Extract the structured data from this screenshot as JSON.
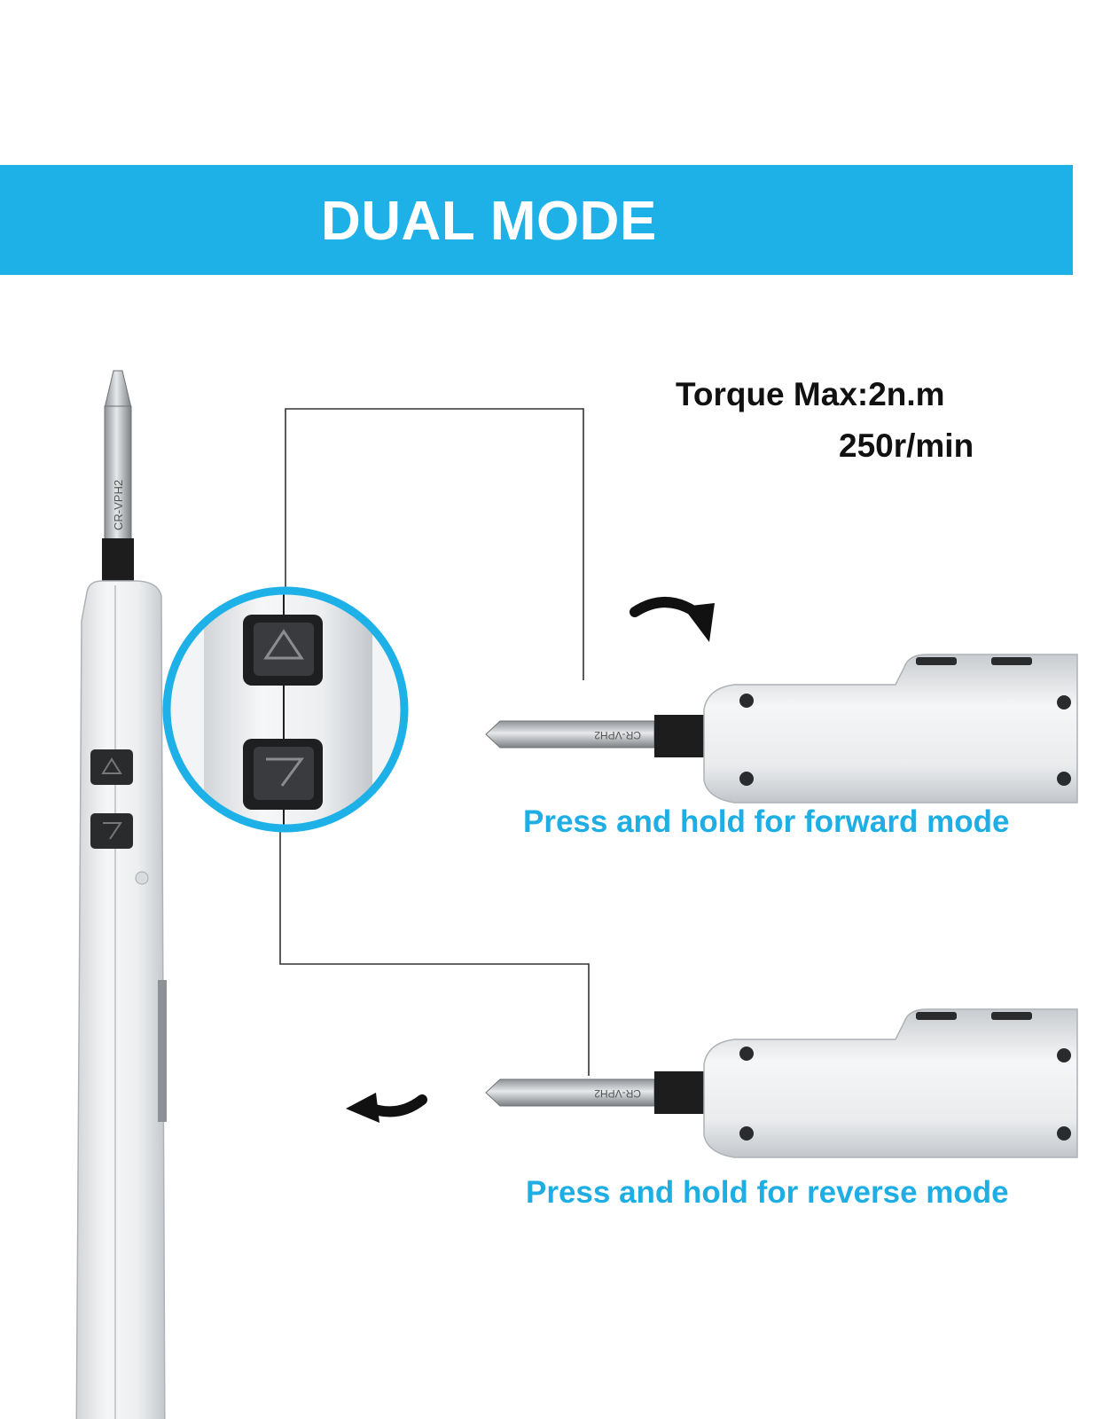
{
  "banner": {
    "title": "DUAL MODE",
    "color": "#1eb1e8"
  },
  "specs": {
    "torque": "Torque Max:2n.m",
    "speed": "250r/min"
  },
  "captions": {
    "forward": "Press and hold for forward mode",
    "reverse": "Press and hold for reverse mode",
    "color": "#1eaee3"
  },
  "product": {
    "bit_marking": "CR-VPH2"
  },
  "icons": [
    "forward-arrow-icon",
    "reverse-arrow-icon",
    "up-triangle-icon",
    "down-tick-icon"
  ]
}
